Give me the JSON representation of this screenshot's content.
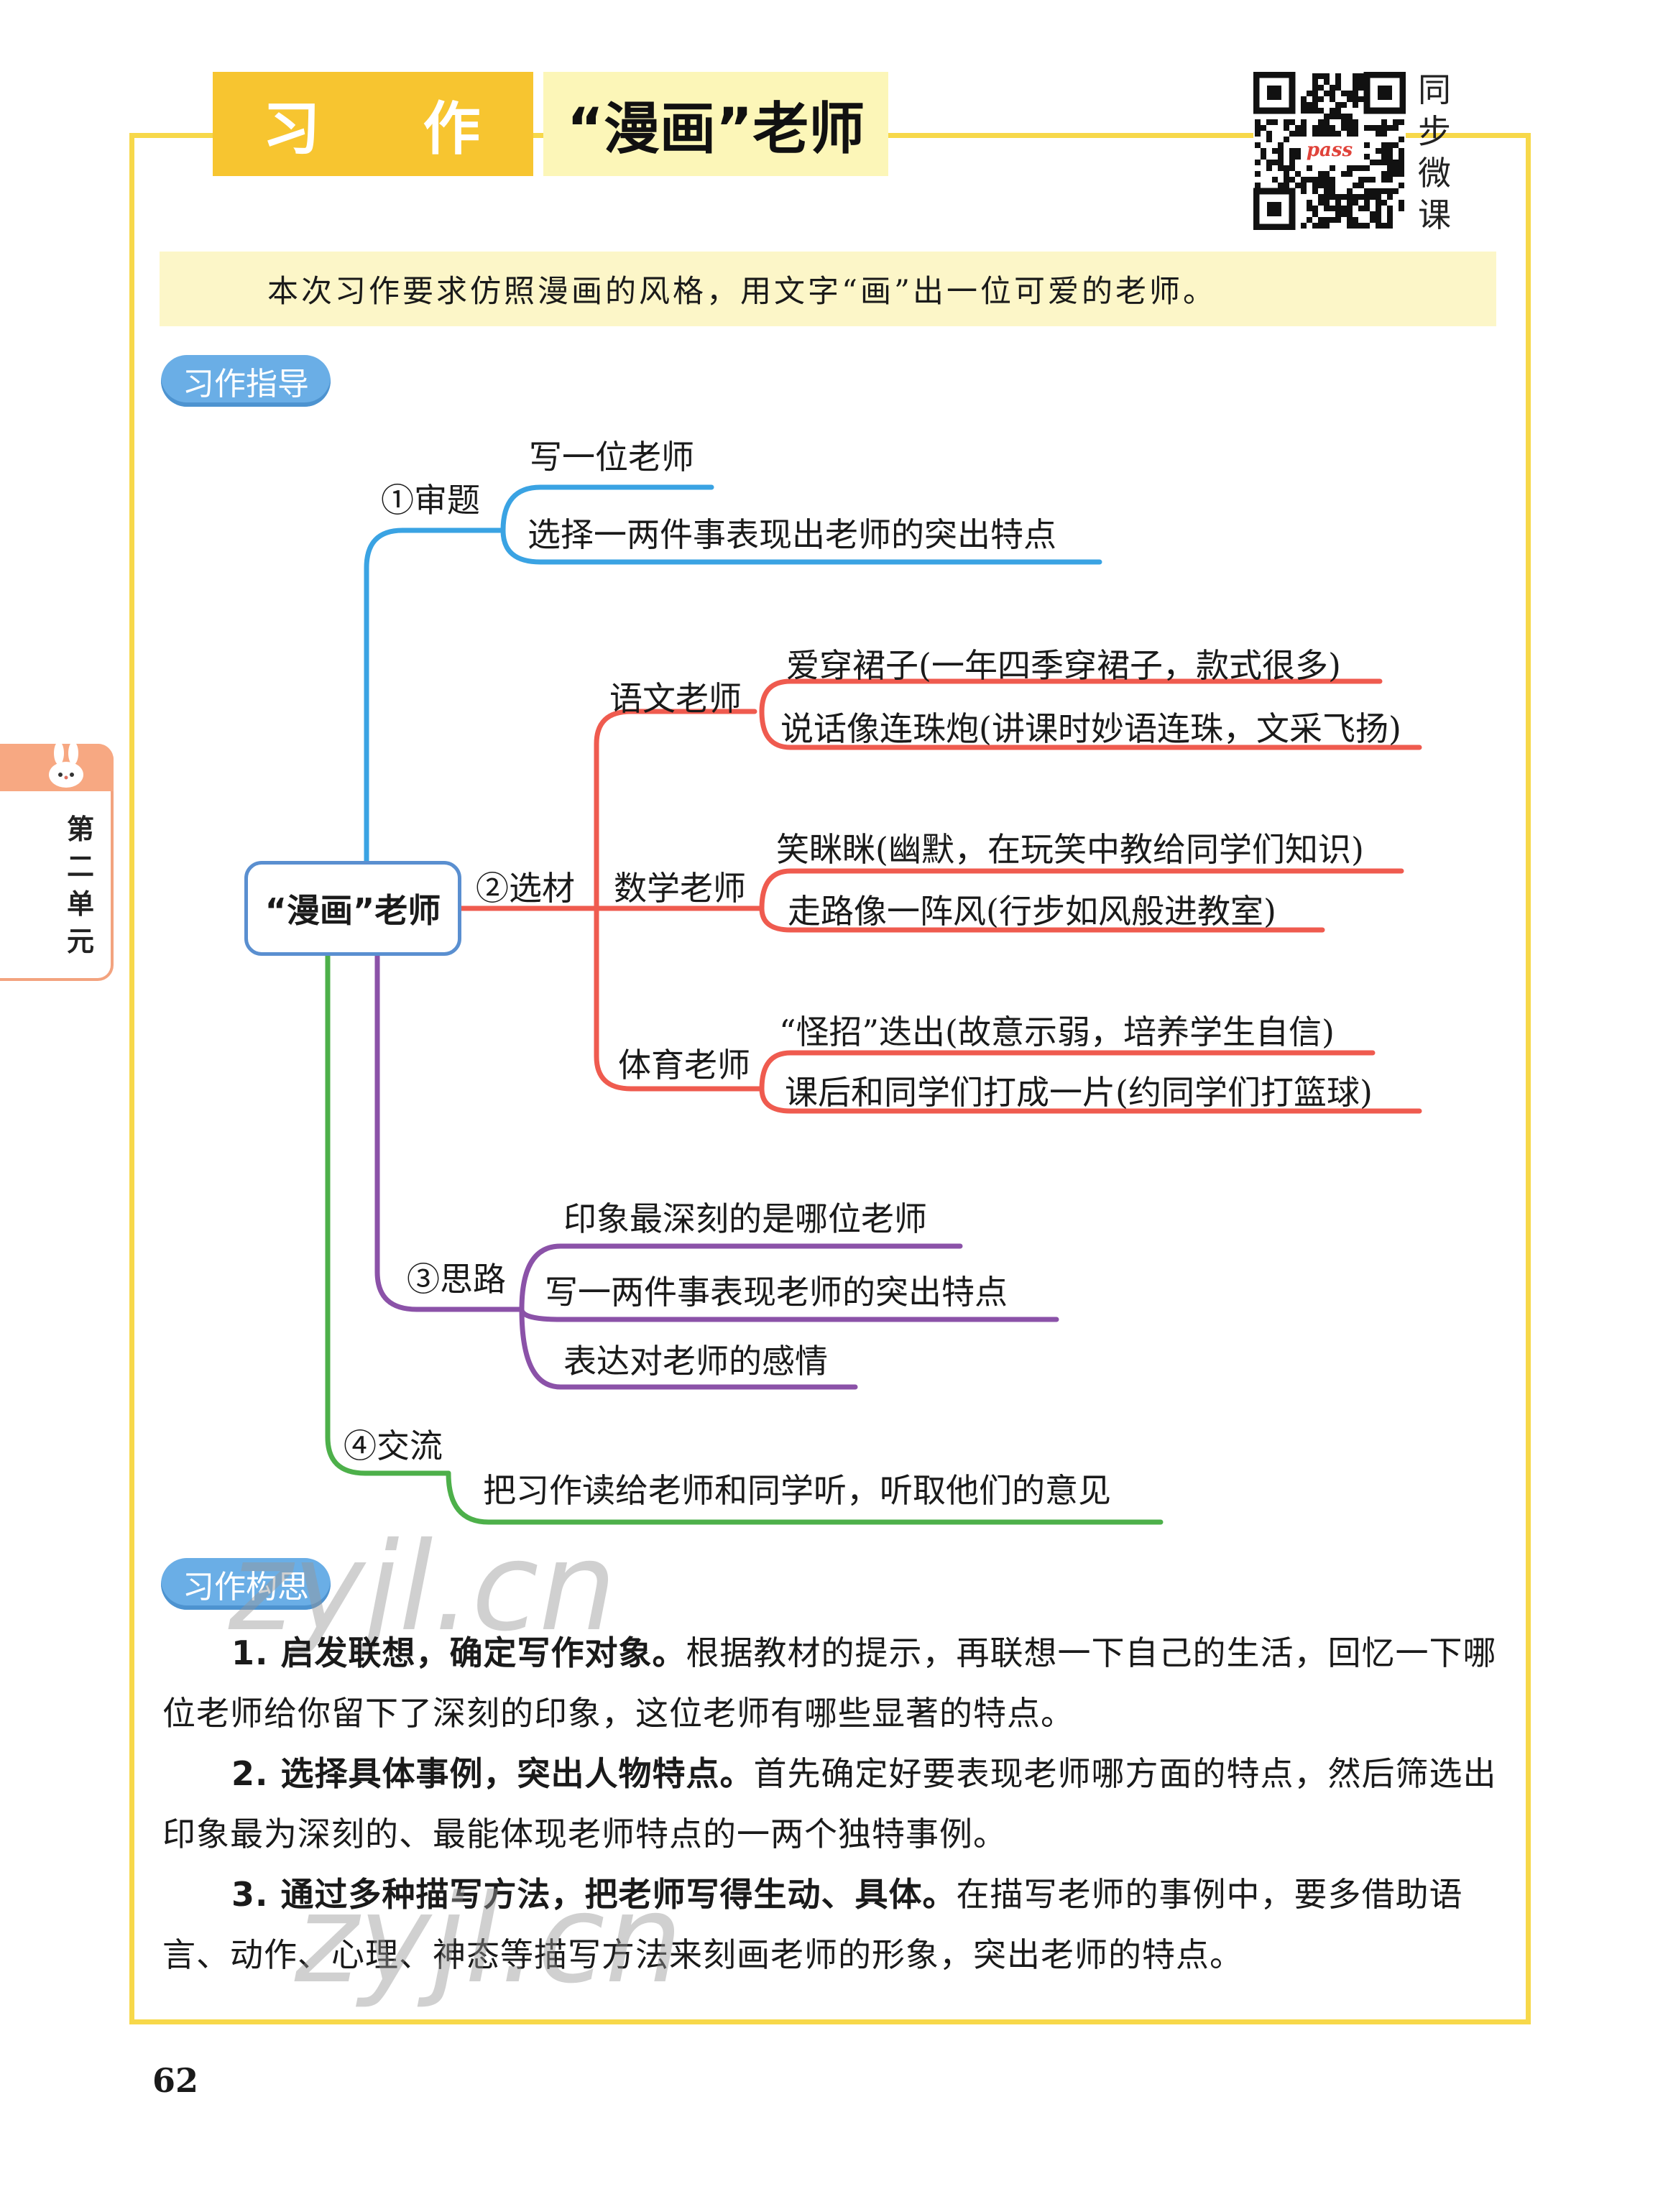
{
  "header": {
    "label_chars": [
      "习",
      "作"
    ],
    "title": "“漫画”老师",
    "qr_side_text": [
      "同",
      "步",
      "微",
      "课"
    ],
    "qr_badge": "pass"
  },
  "intro": "本次习作要求仿照漫画的风格，用文字“画”出一位可爱的老师。",
  "side_tab": [
    "第",
    "二",
    "单",
    "元"
  ],
  "section_guide": "习作指导",
  "section_plan": "习作构思",
  "mindmap": {
    "center": "“漫画”老师",
    "branch1": {
      "label": "①审题",
      "items": [
        "写一位老师",
        "选择一两件事表现出老师的突出特点"
      ]
    },
    "branch2": {
      "label": "②选材",
      "teachers": [
        {
          "name": "语文老师",
          "items": [
            "爱穿裙子(一年四季穿裙子，款式很多)",
            "说话像连珠炮(讲课时妙语连珠，文采飞扬)"
          ]
        },
        {
          "name": "数学老师",
          "items": [
            "笑眯眯(幽默，在玩笑中教给同学们知识)",
            "走路像一阵风(行步如风般进教室)"
          ]
        },
        {
          "name": "体育老师",
          "items": [
            "“怪招”迭出(故意示弱，培养学生自信)",
            "课后和同学们打成一片(约同学们打篮球)"
          ]
        }
      ]
    },
    "branch3": {
      "label": "③思路",
      "items": [
        "印象最深刻的是哪位老师",
        "写一两件事表现老师的突出特点",
        "表达对老师的感情"
      ]
    },
    "branch4": {
      "label": "④交流",
      "items": [
        "把习作读给老师和同学听，听取他们的意见"
      ]
    }
  },
  "paragraphs": [
    {
      "bold": "1. 启发联想，确定写作对象。",
      "text": "根据教材的提示，再联想一下自己的生活，回忆一下哪位老师给你留下了深刻的印象，这位老师有哪些显著的特点。"
    },
    {
      "bold": "2. 选择具体事例，突出人物特点。",
      "text": "首先确定好要表现老师哪方面的特点，然后筛选出印象最为深刻的、最能体现老师特点的一两个独特事例。"
    },
    {
      "bold": "3. 通过多种描写方法，把老师写得生动、具体。",
      "text": "在描写老师的事例中，要多借助语言、动作、心理、神态等描写方法来刻画老师的形象，突出老师的特点。"
    }
  ],
  "page_number": "62",
  "watermarks": [
    "zyjl.cn",
    "zyjl.cn"
  ],
  "colors": {
    "frame": "#f7d84a",
    "header_label_bg": "#f7c530",
    "header_title_bg": "#fcf6b8",
    "intro_bg": "#fcf6c8",
    "pill": "#6aaee6",
    "branch_blue": "#3aa3e3",
    "branch_red": "#ef5b4f",
    "branch_purple": "#8b52a8",
    "branch_green": "#4db04a"
  }
}
